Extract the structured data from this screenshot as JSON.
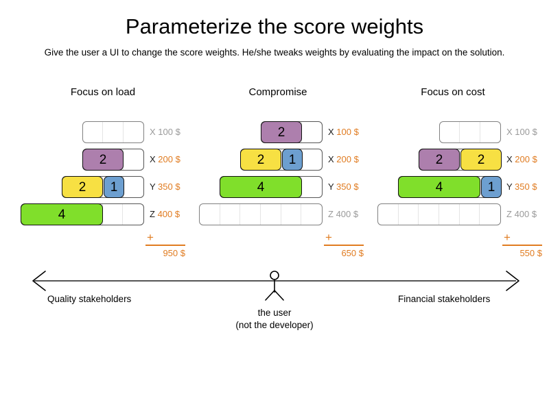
{
  "header": {
    "title": "Parameterize the score weights",
    "subtitle": "Give the user a UI to change the score weights. He/she tweaks weights by evaluating the impact on the solution."
  },
  "colors": {
    "purple": "#ad7fad",
    "yellow": "#f7e043",
    "blue": "#6d9fd0",
    "green": "#80df2b",
    "orange": "#e07b20",
    "inactive_grey": "#9a9a9a",
    "track_border": "#808080"
  },
  "columns": [
    {
      "title": "Focus on load",
      "rows": [
        {
          "key": "X",
          "amount": "100 $",
          "active": false,
          "capacity": 3,
          "segments": []
        },
        {
          "key": "X",
          "amount": "200 $",
          "active": true,
          "capacity": 3,
          "segments": [
            {
              "value": "2",
              "width": 2,
              "color": "purple"
            }
          ]
        },
        {
          "key": "Y",
          "amount": "350 $",
          "active": true,
          "capacity": 4,
          "segments": [
            {
              "value": "2",
              "width": 2,
              "color": "yellow"
            },
            {
              "value": "1",
              "width": 1,
              "color": "blue"
            }
          ]
        },
        {
          "key": "Z",
          "amount": "400 $",
          "active": true,
          "capacity": 6,
          "segments": [
            {
              "value": "4",
              "width": 4,
              "color": "green"
            }
          ]
        }
      ],
      "sum": {
        "plus": "+",
        "total": "950 $"
      }
    },
    {
      "title": "Compromise",
      "rows": [
        {
          "key": "X",
          "amount": "100 $",
          "active": true,
          "capacity": 3,
          "segments": [
            {
              "value": "2",
              "width": 2,
              "color": "purple"
            }
          ]
        },
        {
          "key": "X",
          "amount": "200 $",
          "active": true,
          "capacity": 4,
          "segments": [
            {
              "value": "2",
              "width": 2,
              "color": "yellow"
            },
            {
              "value": "1",
              "width": 1,
              "color": "blue"
            }
          ]
        },
        {
          "key": "Y",
          "amount": "350 $",
          "active": true,
          "capacity": 5,
          "segments": [
            {
              "value": "4",
              "width": 4,
              "color": "green"
            }
          ]
        },
        {
          "key": "Z",
          "amount": "400 $",
          "active": false,
          "capacity": 6,
          "segments": []
        }
      ],
      "sum": {
        "plus": "+",
        "total": "650 $"
      }
    },
    {
      "title": "Focus on cost",
      "rows": [
        {
          "key": "X",
          "amount": "100 $",
          "active": false,
          "capacity": 3,
          "segments": []
        },
        {
          "key": "X",
          "amount": "200 $",
          "active": true,
          "capacity": 4,
          "segments": [
            {
              "value": "2",
              "width": 2,
              "color": "purple"
            },
            {
              "value": "2",
              "width": 2,
              "color": "yellow"
            }
          ]
        },
        {
          "key": "Y",
          "amount": "350 $",
          "active": true,
          "capacity": 5,
          "segments": [
            {
              "value": "4",
              "width": 4,
              "color": "green"
            },
            {
              "value": "1",
              "width": 1,
              "color": "blue"
            }
          ]
        },
        {
          "key": "Z",
          "amount": "400 $",
          "active": false,
          "capacity": 6,
          "segments": []
        }
      ],
      "sum": {
        "plus": "+",
        "total": "550 $"
      }
    }
  ],
  "axis": {
    "left_label": "Quality stakeholders",
    "right_label": "Financial stakeholders",
    "user_label_line1": "the user",
    "user_label_line2": "(not the developer)"
  }
}
